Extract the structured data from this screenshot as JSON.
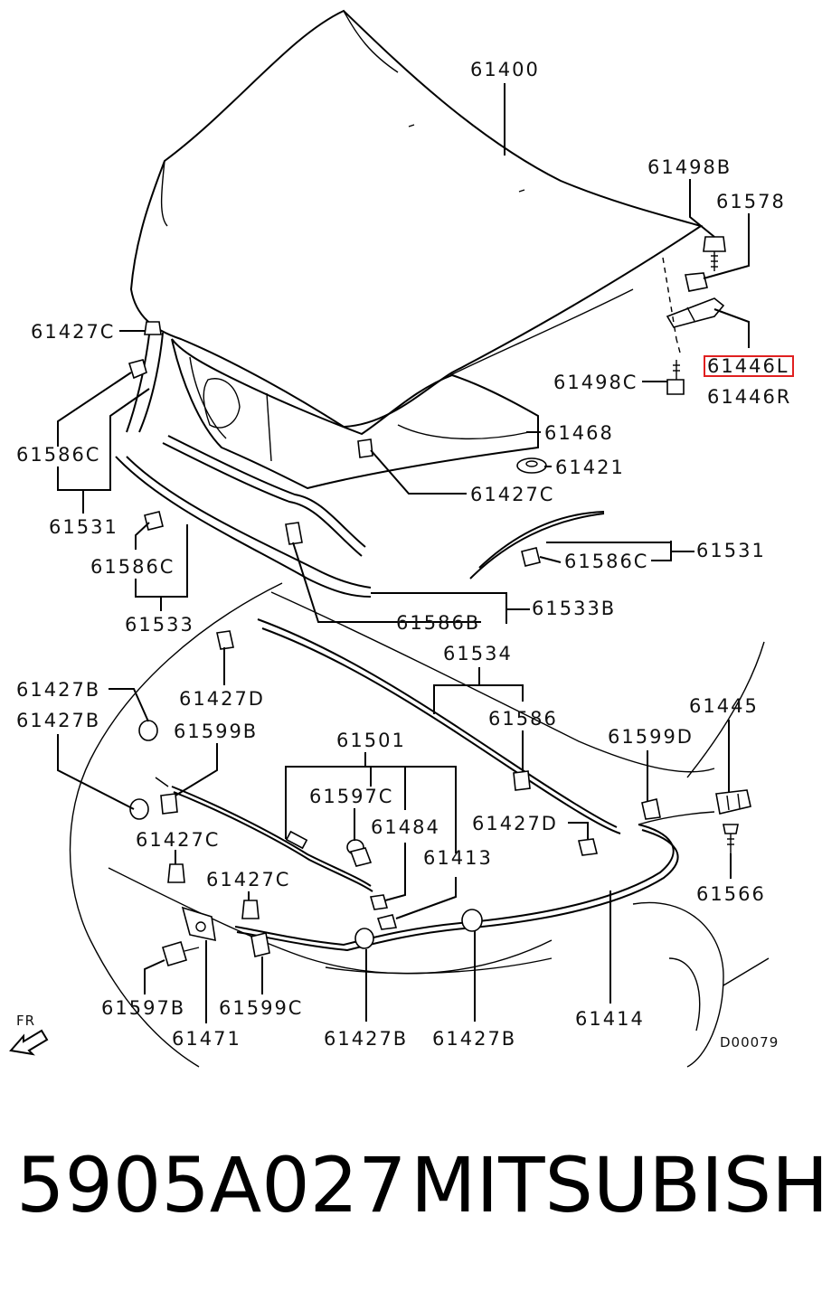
{
  "diagram": {
    "part_labels": {
      "p61400": "61400",
      "p61498b": "61498B",
      "p61578": "61578",
      "p61446l": "61446L",
      "p61446r": "61446R",
      "p61498c": "61498C",
      "p61427c_a": "61427C",
      "p61468": "61468",
      "p61421": "61421",
      "p61427c_b": "61427C",
      "p61586c_a": "61586C",
      "p61531_a": "61531",
      "p61586c_b": "61586C",
      "p61533": "61533",
      "p61586c_c": "61586C",
      "p61531_b": "61531",
      "p61586b": "61586B",
      "p61533b": "61533B",
      "p61534": "61534",
      "p61427b_a": "61427B",
      "p61427d_a": "61427D",
      "p61427b_b": "61427B",
      "p61599b": "61599B",
      "p61586": "61586",
      "p61501": "61501",
      "p61599d": "61599D",
      "p61445": "61445",
      "p61597c": "61597C",
      "p61484": "61484",
      "p61427d_b": "61427D",
      "p61427c_c": "61427C",
      "p61413": "61413",
      "p61427c_d": "61427C",
      "p61566": "61566",
      "p61597b": "61597B",
      "p61599c": "61599C",
      "p61471": "61471",
      "p61427b_c": "61427B",
      "p61427b_d": "61427B",
      "p61414": "61414"
    },
    "direction_label": "FR",
    "diagram_code": "D00079"
  },
  "footer": {
    "part_number": "5905A027",
    "brand": "MITSUBISHI"
  },
  "colors": {
    "line": "#000000",
    "highlight_box": "#e02020"
  }
}
